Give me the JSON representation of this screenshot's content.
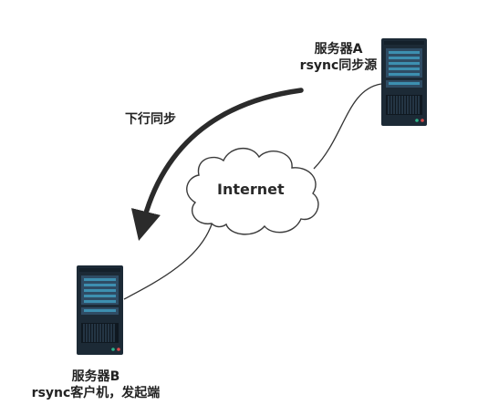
{
  "diagram": {
    "server_a": {
      "title": "服务器A",
      "role": "rsync同步源"
    },
    "server_b": {
      "title": "服务器B",
      "role": "rsync客户机，发起端"
    },
    "cloud": {
      "label": "Internet"
    },
    "sync_arrow": {
      "label": "下行同步"
    }
  },
  "colors": {
    "server_body": "#1c2a36",
    "server_panel": "#2f4c64",
    "server_bar": "#3d8fb0",
    "led_green": "#2fb38a",
    "led_red": "#d94a4a",
    "arrow": "#2b2b2b",
    "link_line": "#333333"
  }
}
